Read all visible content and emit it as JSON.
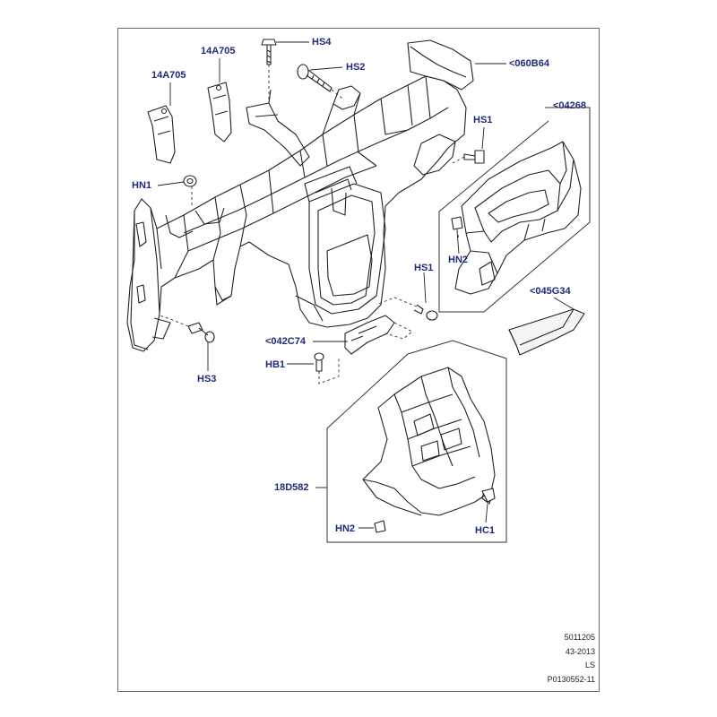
{
  "callouts": {
    "c14a705_left": "14A705",
    "c14a705_right": "14A705",
    "hs4": "HS4",
    "hs2": "HS2",
    "c060b64": "<060B64",
    "c04268": "<04268",
    "hs1_top": "HS1",
    "hn1": "HN1",
    "hn2_right": "HN2",
    "hs1_mid": "HS1",
    "c045g34": "<045G34",
    "c042c74": "<042C74",
    "hb1": "HB1",
    "hs3": "HS3",
    "c18d582": "18D582",
    "hn2_bottom": "HN2",
    "hc1": "HC1"
  },
  "footer": {
    "line1": "5011205",
    "line2": "43-2013",
    "line3": "LS",
    "line4": "P0130552-11"
  },
  "colors": {
    "callout_text": "#1f2a7a",
    "line": "#222222",
    "frame": "#6a6a6a"
  }
}
